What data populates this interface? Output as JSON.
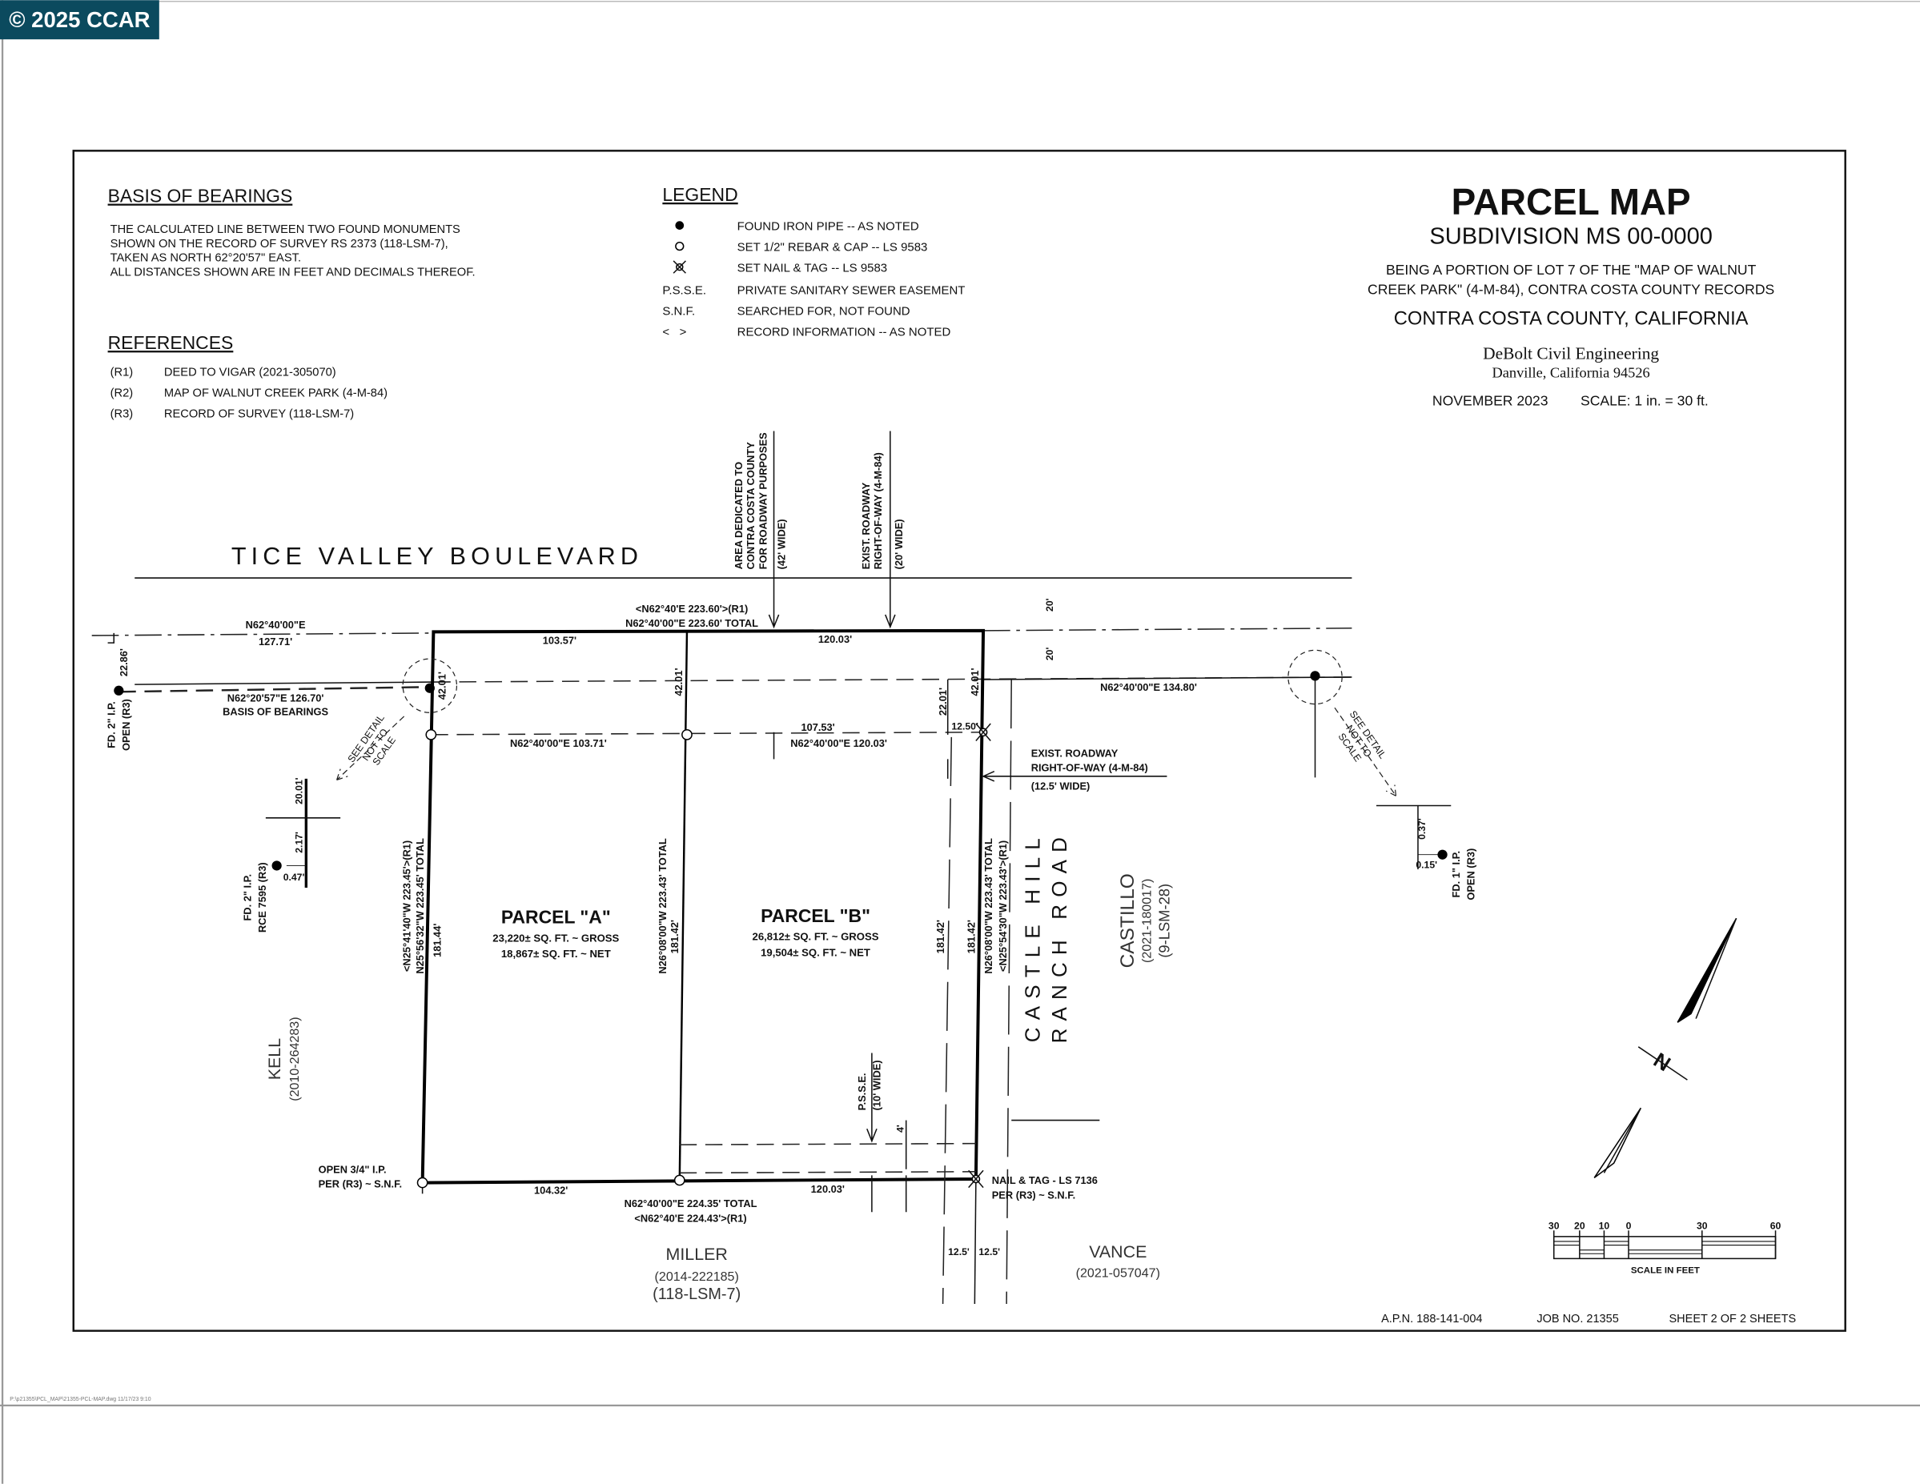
{
  "watermark": {
    "text": "© 2025 CCAR",
    "bg_color": "#0b4a5e"
  },
  "basis_of_bearings": {
    "heading": "BASIS OF BEARINGS",
    "lines": [
      "THE CALCULATED LINE BETWEEN TWO FOUND MONUMENTS",
      "SHOWN ON THE RECORD OF SURVEY RS 2373 (118-LSM-7),",
      "TAKEN AS NORTH 62°20'57\" EAST.",
      "ALL DISTANCES SHOWN ARE IN FEET AND DECIMALS THEREOF."
    ]
  },
  "references": {
    "heading": "REFERENCES",
    "items": [
      {
        "code": "(R1)",
        "text": "DEED TO VIGAR  (2021-305070)"
      },
      {
        "code": "(R2)",
        "text": "MAP OF WALNUT CREEK PARK  (4-M-84)"
      },
      {
        "code": "(R3)",
        "text": "RECORD OF SURVEY  (118-LSM-7)"
      }
    ]
  },
  "legend": {
    "heading": "LEGEND",
    "items": [
      {
        "symbol": "filled-circle",
        "text": "FOUND IRON PIPE -- AS NOTED"
      },
      {
        "symbol": "open-circle",
        "text": "SET 1/2\" REBAR & CAP -- LS 9583"
      },
      {
        "symbol": "nail-tag",
        "text": "SET NAIL & TAG -- LS 9583"
      },
      {
        "symbol": "P.S.S.E.",
        "text": "PRIVATE SANITARY SEWER EASEMENT"
      },
      {
        "symbol": "S.N.F.",
        "text": "SEARCHED FOR, NOT FOUND"
      },
      {
        "symbol": "<   >",
        "text": "RECORD INFORMATION -- AS NOTED"
      }
    ]
  },
  "title_block": {
    "title": "PARCEL MAP",
    "subtitle": "SUBDIVISION  MS  00-0000",
    "desc1": "BEING A PORTION OF LOT 7 OF THE \"MAP OF WALNUT",
    "desc2": "CREEK PARK\" (4-M-84), CONTRA COSTA COUNTY RECORDS",
    "county": "CONTRA  COSTA  COUNTY,  CALIFORNIA",
    "firm": "DeBolt Civil Engineering",
    "firm_address": "Danville, California 94526",
    "date": "NOVEMBER 2023",
    "scale": "SCALE: 1 in. =  30  ft."
  },
  "map": {
    "street_top": "TICE VALLEY BOULEVARD",
    "street_right_1": "CASTLE HILL",
    "street_right_2": "RANCH ROAD",
    "dedication": [
      "AREA DEDICATED TO",
      "CONTRA COSTA COUNTY",
      "FOR ROADWAY PURPOSES",
      "(42' WIDE)"
    ],
    "exist_row_top": [
      "EXIST. ROADWAY",
      "RIGHT-OF-WAY (4-M-84)",
      "(20' WIDE)"
    ],
    "exist_row_right": [
      "EXIST. ROADWAY",
      "RIGHT-OF-WAY (4-M-84)",
      "(12.5' WIDE)"
    ],
    "top_left_bearing": "N62°40'00\"E",
    "top_left_dist": "127.71'",
    "top_record": "<N62°40'E 223.60'>(R1)",
    "top_total": "N62°40'00\"E 223.60' TOTAL",
    "top_a": "103.57'",
    "top_b": "120.03'",
    "basis_line": "N62°20'57\"E 126.70'",
    "basis_label": "BASIS OF BEARINGS",
    "mid_a": "N62°40'00\"E 103.71'",
    "mid_b_dist": "107.53'",
    "mid_b": "N62°40'00\"E 120.03'",
    "offset_1250": "12.50'",
    "right_line": "N62°40'00\"E 134.80'",
    "d_2286": "22.86'",
    "d_4201": "42.01'",
    "d_2201": "22.01'",
    "d_20": "20'",
    "fd_left": [
      "FD. 2\" I.P.",
      "OPEN (R3)"
    ],
    "fd_rce": [
      "FD. 2\" I.P.",
      "RCE 7595 (R3)"
    ],
    "fd_right": [
      "FD. 1\" I.P.",
      "OPEN (R3)"
    ],
    "d_2001": "20.01'",
    "d_217": "2.17'",
    "d_047": "0.47'",
    "d_037": "0.37'",
    "d_015": "0.15'",
    "see_detail": [
      "SEE DETAIL",
      "NOT TO",
      "SCALE"
    ],
    "west_record": "<N25°41'40\"W 223.45'>(R1)",
    "west_total": "N25°56'32\"W 223.45' TOTAL",
    "west_dist": "181.44'",
    "mid_total": "N26°08'00\"W 223.43' TOTAL",
    "d_18142": "181.42'",
    "east_total": "N26°08'00\"W 223.43' TOTAL",
    "east_record": "<N25°54'30\"W 223.43'>(R1)",
    "parcel_a": {
      "name": "PARCEL \"A\"",
      "gross": "23,220± SQ. FT. ~ GROSS",
      "net": "18,867± SQ. FT. ~ NET"
    },
    "parcel_b": {
      "name": "PARCEL \"B\"",
      "gross": "26,812± SQ. FT. ~ GROSS",
      "net": "19,504± SQ. FT. ~ NET"
    },
    "psse": "P.S.S.E.",
    "psse_width": "(10' WIDE)",
    "d_4": "4'",
    "sw_corner": [
      "OPEN 3/4\" I.P.",
      "PER (R3) ~ S.N.F."
    ],
    "se_corner": [
      "NAIL & TAG - LS 7136",
      "PER (R3) ~ S.N.F."
    ],
    "bottom_a": "104.32'",
    "bottom_b": "120.03'",
    "bottom_total": "N62°40'00\"E 224.35' TOTAL",
    "bottom_record": "<N62°40'E 224.43'>(R1)",
    "d_125": "12.5'",
    "owners": {
      "kell": [
        "KELL",
        "(2010-264283)"
      ],
      "miller": [
        "MILLER",
        "(2014-222185)",
        "(118-LSM-7)"
      ],
      "vance": [
        "VANCE",
        "(2021-057047)"
      ],
      "castillo": [
        "CASTILLO",
        "(2021-180017)",
        "(9-LSM-28)"
      ]
    },
    "north": "N"
  },
  "scale_bar": {
    "ticks": [
      "30",
      "20",
      "10",
      "0",
      "30",
      "60"
    ],
    "label": "SCALE IN FEET"
  },
  "footer": {
    "apn": "A.P.N.  188-141-004",
    "job": "JOB NO.  21355",
    "sheet": "SHEET  2  OF  2  SHEETS",
    "file_path": "P:\\p21355\\PCL_MAP\\21355-PCL-MAP.dwg   11/17/23  9:10"
  }
}
